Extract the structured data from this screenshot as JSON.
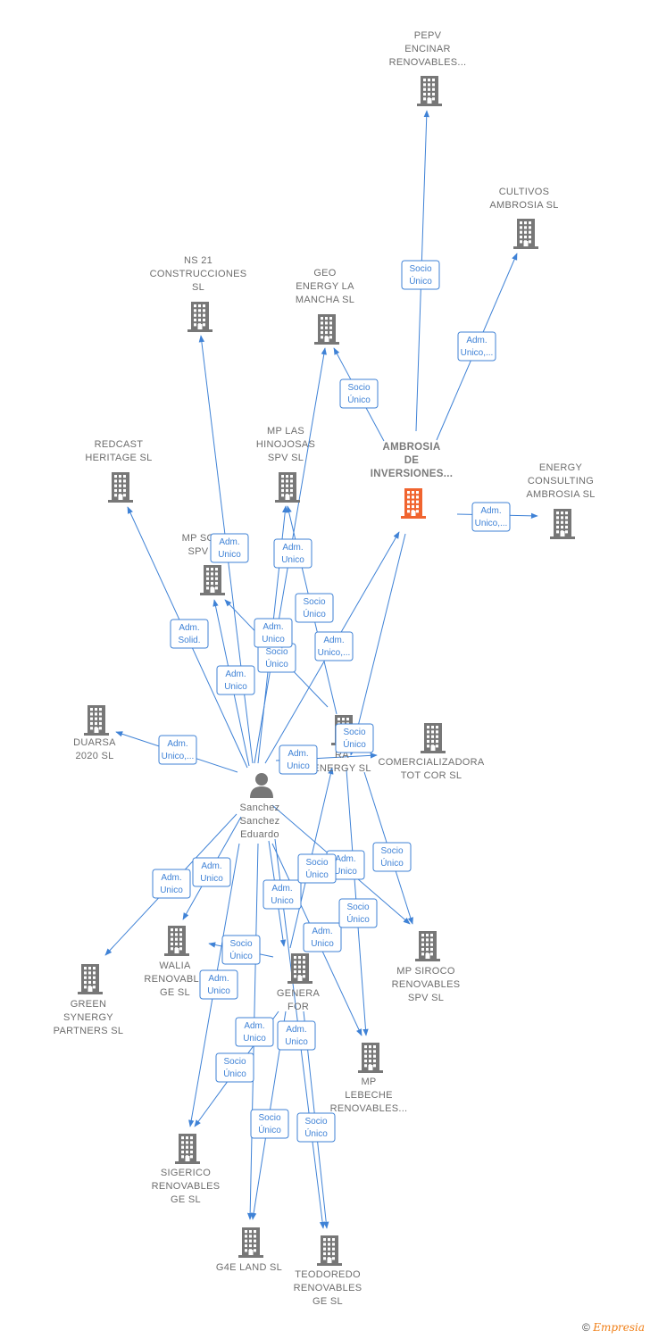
{
  "person": {
    "id": "p",
    "name_lines": [
      "Sanchez",
      "Sanchez",
      "Eduardo"
    ]
  },
  "nodes": [
    {
      "id": "pepv",
      "lines": [
        "PEPV",
        "ENCINAR",
        "RENOVABLES..."
      ]
    },
    {
      "id": "cultivos",
      "lines": [
        "CULTIVOS",
        "AMBROSIA  SL"
      ]
    },
    {
      "id": "ns21",
      "lines": [
        "NS 21",
        "CONSTRUCCIONES",
        "SL"
      ]
    },
    {
      "id": "geo",
      "lines": [
        "GEO",
        "ENERGY LA",
        "MANCHA  SL"
      ]
    },
    {
      "id": "ambrosia",
      "lines": [
        "AMBROSIA",
        "DE",
        "INVERSIONES..."
      ],
      "focus": true
    },
    {
      "id": "energyc",
      "lines": [
        "ENERGY",
        "CONSULTING",
        "AMBROSIA  SL"
      ]
    },
    {
      "id": "redcast",
      "lines": [
        "REDCAST",
        "HERITAGE  SL"
      ]
    },
    {
      "id": "hinojosas",
      "lines": [
        "MP LAS",
        "HINOJOSAS",
        "SPV  SL"
      ]
    },
    {
      "id": "mpso",
      "lines": [
        "MP SO",
        "SPV"
      ]
    },
    {
      "id": "duarsa",
      "lines": [
        "DUARSA",
        "2020  SL"
      ]
    },
    {
      "id": "ra",
      "lines": [
        "RA",
        "ENERGY  SL"
      ]
    },
    {
      "id": "comerc",
      "lines": [
        "COMERCIALIZADORA",
        "TOT COR  SL"
      ]
    },
    {
      "id": "green",
      "lines": [
        "GREEN",
        "SYNERGY",
        "PARTNERS  SL"
      ]
    },
    {
      "id": "walia",
      "lines": [
        "WALIA",
        "RENOVABLE",
        "GE  SL"
      ]
    },
    {
      "id": "genera",
      "lines": [
        "GENERA",
        "FOR",
        "..."
      ]
    },
    {
      "id": "siroco",
      "lines": [
        "MP SIROCO",
        "RENOVABLES",
        "SPV  SL"
      ]
    },
    {
      "id": "lebeche",
      "lines": [
        "MP",
        "LEBECHE",
        "RENOVABLES..."
      ]
    },
    {
      "id": "sigerico",
      "lines": [
        "SIGERICO",
        "RENOVABLES",
        "GE  SL"
      ]
    },
    {
      "id": "g4e",
      "lines": [
        "G4E LAND  SL"
      ]
    },
    {
      "id": "teodoredo",
      "lines": [
        "TEODOREDO",
        "RENOVABLES",
        "GE  SL"
      ]
    }
  ],
  "edges": [
    {
      "from": "ambrosia",
      "to": "pepv",
      "lines": [
        "Socio",
        "Único"
      ]
    },
    {
      "from": "ambrosia",
      "to": "cultivos",
      "lines": [
        "Adm.",
        "Unico,..."
      ]
    },
    {
      "from": "ambrosia",
      "to": "geo",
      "lines": [
        "Socio",
        "Único"
      ]
    },
    {
      "from": "ambrosia",
      "to": "energyc",
      "lines": [
        "Adm.",
        "Unico,..."
      ]
    },
    {
      "from": "p",
      "to": "ambrosia",
      "lines": [
        "Adm.",
        "Unico,..."
      ]
    },
    {
      "from": "p",
      "to": "ns21",
      "lines": [
        "Adm.",
        "Unico"
      ]
    },
    {
      "from": "p",
      "to": "geo",
      "lines": [
        "Adm.",
        "Unico"
      ]
    },
    {
      "from": "p",
      "to": "hinojosas",
      "lines": [
        "Socio",
        "Único"
      ]
    },
    {
      "from": "ra",
      "to": "hinojosas",
      "lines": [
        "Socio",
        "Único"
      ]
    },
    {
      "from": "p",
      "to": "redcast",
      "lines": [
        "Adm.",
        "Solid."
      ]
    },
    {
      "from": "p",
      "to": "mpso",
      "lines": [
        "Adm.",
        "Unico"
      ]
    },
    {
      "from": "ra",
      "to": "mpso",
      "lines": [
        "Adm.",
        "Unico"
      ]
    },
    {
      "from": "p",
      "to": "duarsa",
      "lines": [
        "Adm.",
        "Unico,..."
      ]
    },
    {
      "from": "p",
      "to": "ra",
      "lines": [
        "Adm.",
        "Unico"
      ]
    },
    {
      "from": "ambrosia",
      "to": "ra",
      "lines": [
        "Socio",
        "Único"
      ]
    },
    {
      "from": "p",
      "to": "green",
      "lines": [
        "Adm.",
        "Unico"
      ]
    },
    {
      "from": "p",
      "to": "walia",
      "lines": [
        "Adm.",
        "Unico"
      ]
    },
    {
      "from": "genera",
      "to": "walia",
      "lines": [
        "Socio",
        "Único"
      ]
    },
    {
      "from": "p",
      "to": "genera",
      "lines": [
        "Adm.",
        "Unico"
      ]
    },
    {
      "from": "p",
      "to": "siroco",
      "lines": [
        "Adm.",
        "Unico"
      ]
    },
    {
      "from": "ra",
      "to": "siroco",
      "lines": [
        "Socio",
        "Único"
      ]
    },
    {
      "from": "p",
      "to": "lebeche",
      "lines": [
        "Adm.",
        "Unico"
      ]
    },
    {
      "from": "ra",
      "to": "lebeche",
      "lines": [
        "Socio",
        "Único"
      ]
    },
    {
      "from": "p",
      "to": "sigerico",
      "lines": [
        "Adm.",
        "Unico"
      ]
    },
    {
      "from": "genera",
      "to": "sigerico",
      "lines": [
        "Socio",
        "Único"
      ]
    },
    {
      "from": "p",
      "to": "g4e",
      "lines": [
        "Adm.",
        "Unico"
      ]
    },
    {
      "from": "genera",
      "to": "g4e",
      "lines": [
        "Socio",
        "Único"
      ]
    },
    {
      "from": "p",
      "to": "teodoredo",
      "lines": [
        "Adm.",
        "Unico"
      ]
    },
    {
      "from": "genera",
      "to": "teodoredo",
      "lines": [
        "Socio",
        "Único"
      ]
    },
    {
      "from": "ra",
      "to": "genera",
      "lines": [
        "Socio",
        "Único"
      ]
    }
  ],
  "colors": {
    "edge": "#3f82d6",
    "building": "#777777",
    "focus_building": "#f0642f",
    "person": "#777777"
  },
  "footer": {
    "symbol": "©",
    "brand": "Empresia"
  }
}
